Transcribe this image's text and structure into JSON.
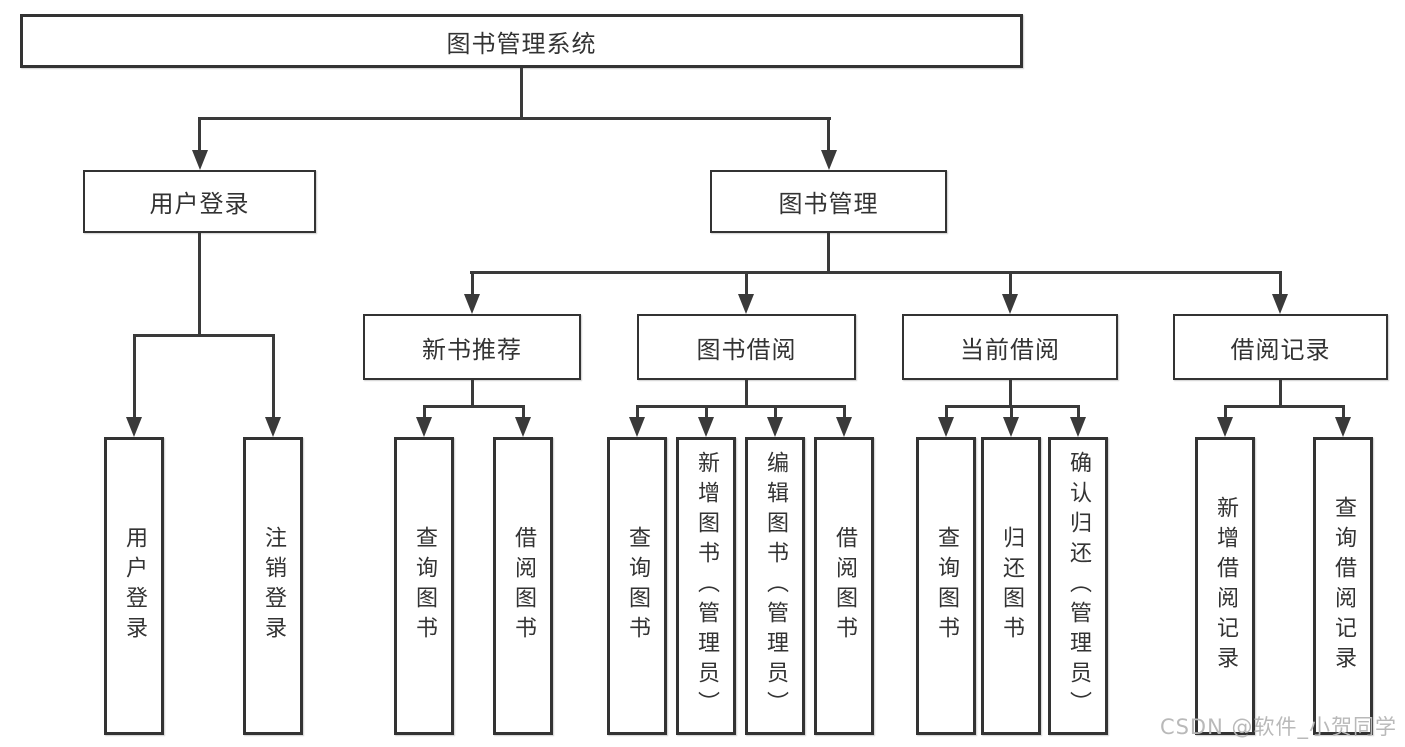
{
  "colors": {
    "line": "#3a3a3a",
    "border": "#333333",
    "text": "#333333",
    "background": "#ffffff",
    "watermark": "#b9b9b9"
  },
  "watermark": {
    "text": "CSDN @软件_小贺同学"
  },
  "tree": {
    "root": {
      "label": "图书管理系统",
      "children": [
        {
          "label": "用户登录",
          "children": [
            {
              "label": "用户登录"
            },
            {
              "label": "注销登录"
            }
          ]
        },
        {
          "label": "图书管理",
          "children": [
            {
              "label": "新书推荐",
              "children": [
                {
                  "label": "查询图书"
                },
                {
                  "label": "借阅图书"
                }
              ]
            },
            {
              "label": "图书借阅",
              "children": [
                {
                  "label": "查询图书"
                },
                {
                  "label": "新增图书（管理员）"
                },
                {
                  "label": "编辑图书（管理员）"
                },
                {
                  "label": "借阅图书"
                }
              ]
            },
            {
              "label": "当前借阅",
              "children": [
                {
                  "label": "查询图书"
                },
                {
                  "label": "归还图书"
                },
                {
                  "label": "确认归还（管理员）"
                }
              ]
            },
            {
              "label": "借阅记录",
              "children": [
                {
                  "label": "新增借阅记录"
                },
                {
                  "label": "查询借阅记录"
                }
              ]
            }
          ]
        }
      ]
    }
  }
}
